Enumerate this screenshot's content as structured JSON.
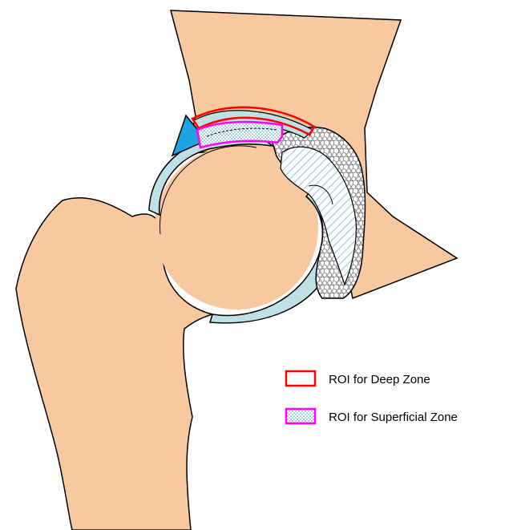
{
  "diagram": {
    "colors": {
      "tissue": "#F8C9A0",
      "cartilage": "#BFE0E4",
      "labrum": "#1DA3E2",
      "outline": "#000000",
      "deep_roi": "#FF0000",
      "superficial_roi": "#FF00FF",
      "background": "#FFFFFF"
    },
    "legend": {
      "items": [
        {
          "label": "ROI for Deep Zone",
          "swatch": "red-outline-box"
        },
        {
          "label": "ROI for Superficial Zone",
          "swatch": "magenta-checker-box"
        }
      ]
    }
  }
}
